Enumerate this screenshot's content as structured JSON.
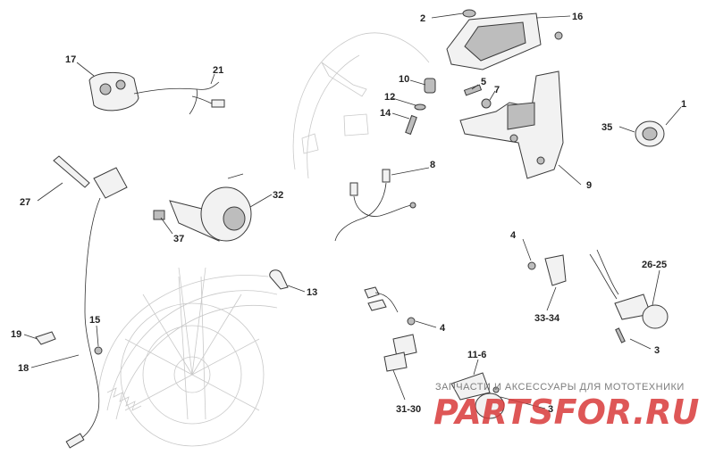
{
  "callouts": {
    "c1": "1",
    "c2": "2",
    "c3a": "3",
    "c3b": "3",
    "c4a": "4",
    "c4b": "4",
    "c5": "5",
    "c7": "7",
    "c8": "8",
    "c9": "9",
    "c10": "10",
    "c11_6": "11-6",
    "c12": "12",
    "c13": "13",
    "c14": "14",
    "c15": "15",
    "c16": "16",
    "c17": "17",
    "c18": "18",
    "c19": "19",
    "c21": "21",
    "c26_25": "26-25",
    "c27": "27",
    "c31_30": "31-30",
    "c32": "32",
    "c33_34": "33-34",
    "c35": "35",
    "c37": "37"
  },
  "watermark": {
    "tagline": "ЗАПЧАСТИ И АКСЕССУАРЫ ДЛЯ МОТОТЕХНИКИ",
    "logo": "PARTSFOR.RU"
  },
  "colors": {
    "line": "#333333",
    "background_sketch": "#c9c9c9",
    "watermark_red": "#d83a3a"
  }
}
